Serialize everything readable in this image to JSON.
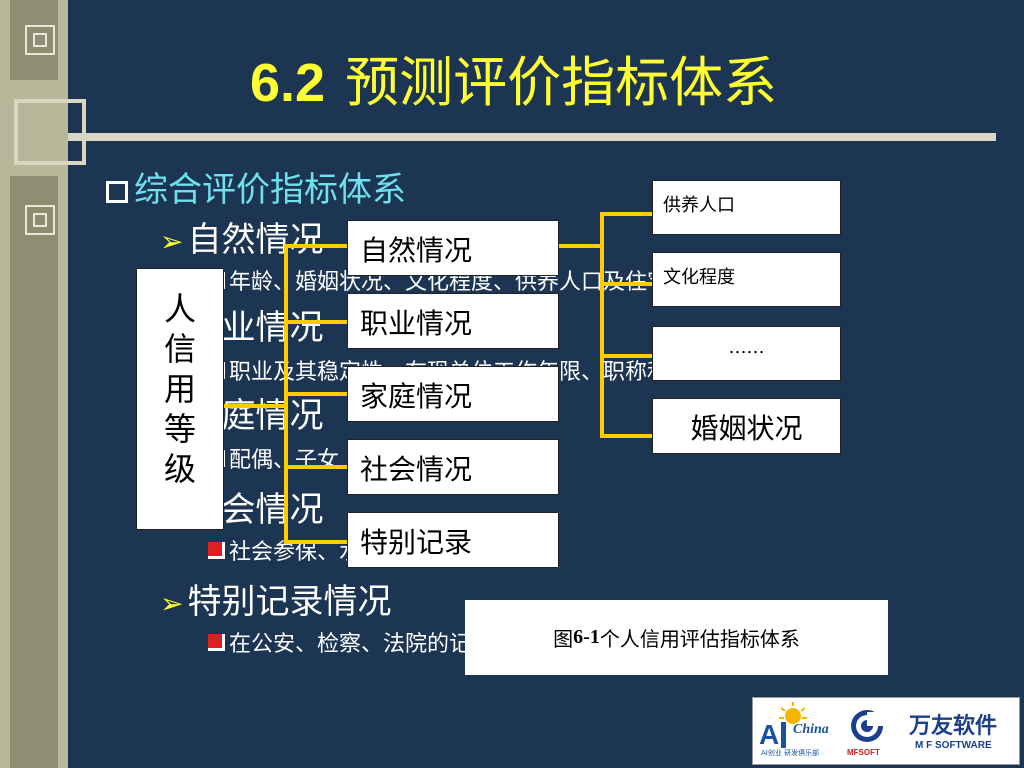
{
  "slide": {
    "title_number": "6.2",
    "title_text": "预测评价指标体系",
    "section_title": "综合评价指标体系",
    "bullets": [
      {
        "heading": "自然情况",
        "detail": "年龄、婚姻状况、文化程度、供养人口及住宅性质"
      },
      {
        "heading": "职业情况",
        "detail": "职业及其稳定性、在现单位工作年限、职称和收入"
      },
      {
        "heading": "家庭情况",
        "detail": "配偶、子女"
      },
      {
        "heading": "社会情况",
        "detail": "社会参保、水电费用、通信费用"
      },
      {
        "heading": "特别记录情况",
        "detail": "在公安、检察、法院的记录"
      }
    ]
  },
  "diagram": {
    "root": "人信用等级",
    "middle": [
      "自然情况",
      "职业情况",
      "家庭情况",
      "社会情况",
      "特别记录"
    ],
    "right": [
      "供养人口",
      "文化程度",
      "……",
      "婚姻状况"
    ]
  },
  "caption": {
    "prefix": "图",
    "num": "6-1",
    "text": " 个人信用评估指标体系"
  },
  "logos": {
    "ai_china": "China",
    "ai_sub": "AI创业 研发俱乐部",
    "mfsoft": "MFSOFT",
    "wanyou": "万友软件",
    "wanyou_en": "M F SOFTWARE"
  },
  "colors": {
    "background": "#1c3553",
    "title": "#ffff33",
    "section": "#6fe0ee",
    "connector": "#ffcc00"
  }
}
